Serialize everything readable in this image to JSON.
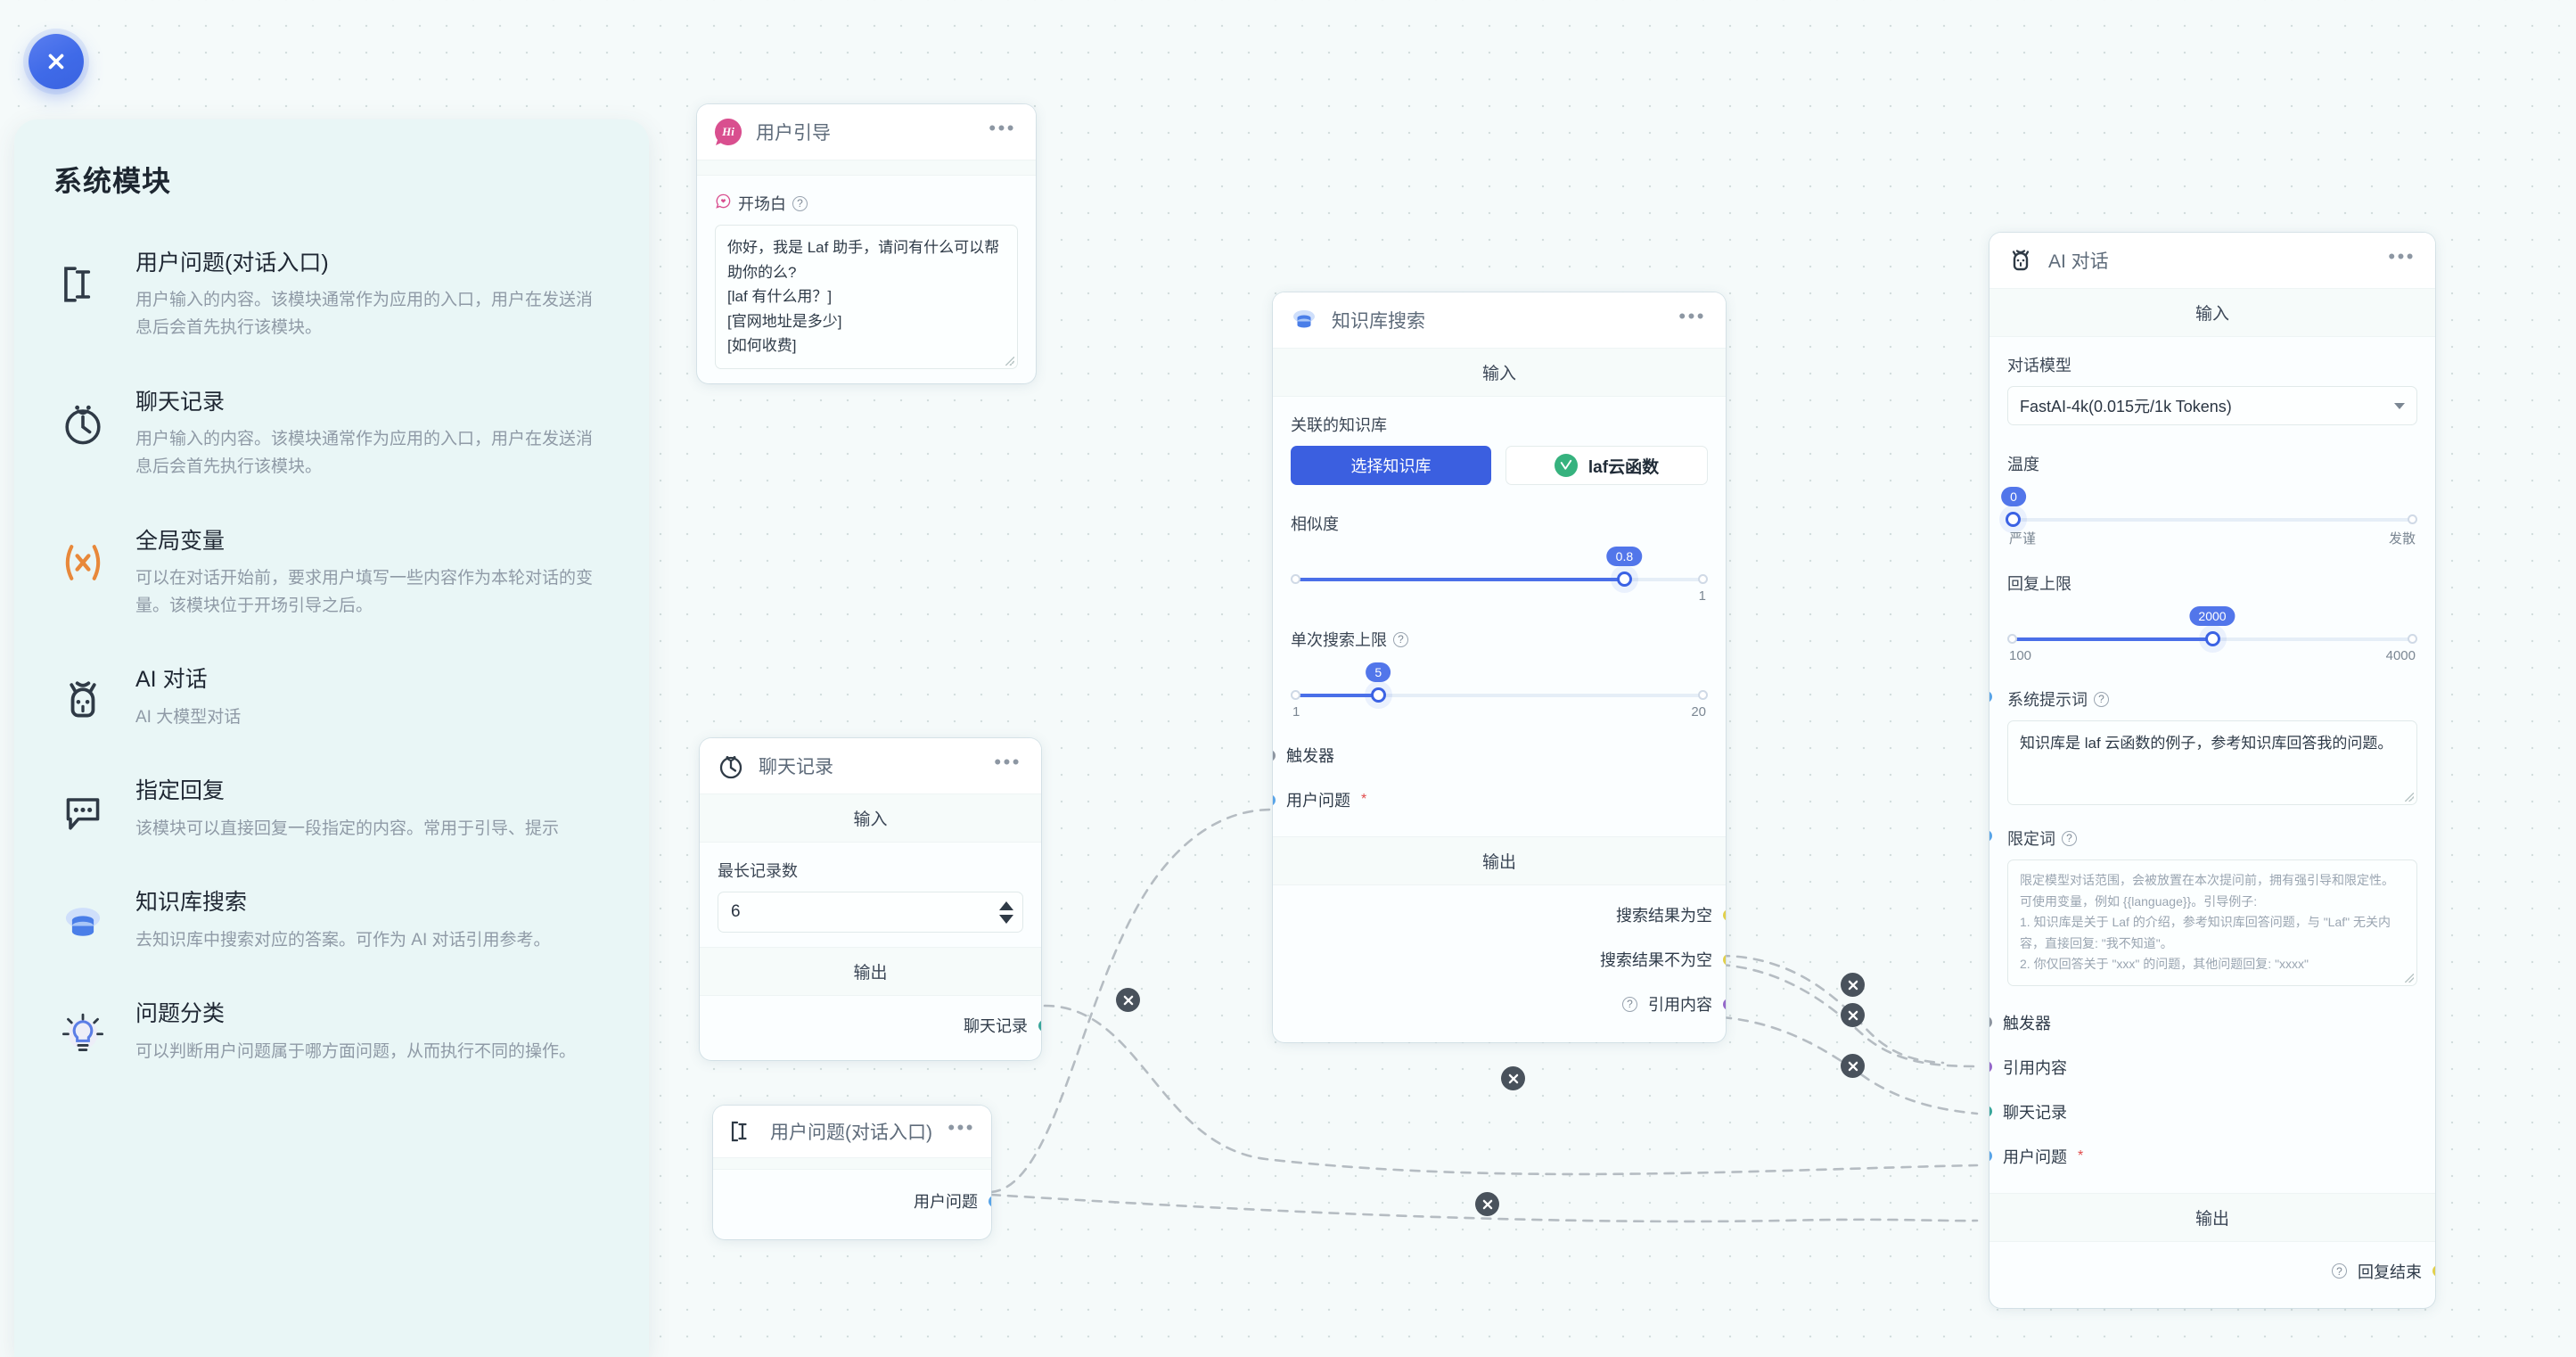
{
  "close_button": {
    "icon": "close-icon"
  },
  "sidebar": {
    "title": "系统模块",
    "items": [
      {
        "icon": "text-cursor-icon",
        "name": "用户问题(对话入口)",
        "desc": "用户输入的内容。该模块通常作为应用的入口，用户在发送消息后会首先执行该模块。"
      },
      {
        "icon": "clock-icon",
        "name": "聊天记录",
        "desc": "用户输入的内容。该模块通常作为应用的入口，用户在发送消息后会首先执行该模块。"
      },
      {
        "icon": "variable-x-icon",
        "name": "全局变量",
        "desc": "可以在对话开始前，要求用户填写一些内容作为本轮对话的变量。该模块位于开场引导之后。"
      },
      {
        "icon": "robot-icon",
        "name": "AI 对话",
        "desc": "AI 大模型对话"
      },
      {
        "icon": "chat-bubble-icon",
        "name": "指定回复",
        "desc": "该模块可以直接回复一段指定的内容。常用于引导、提示"
      },
      {
        "icon": "database-icon",
        "name": "知识库搜索",
        "desc": "去知识库中搜索对应的答案。可作为 AI 对话引用参考。"
      },
      {
        "icon": "lightbulb-icon",
        "name": "问题分类",
        "desc": "可以判断用户问题属于哪方面问题，从而执行不同的操作。"
      }
    ]
  },
  "nodes": {
    "guide": {
      "title": "用户引导",
      "icon": "hi-badge-icon",
      "menu": "•••",
      "field_label": "开场白",
      "field_value": "你好，我是 Laf 助手，请问有什么可以帮助你的么?\n[laf 有什么用？]\n[官网地址是多少]\n[如何收费]"
    },
    "history": {
      "title": "聊天记录",
      "icon": "clock-icon",
      "menu": "•••",
      "input_band": "输入",
      "output_band": "输出",
      "max_label": "最长记录数",
      "max_value": "6",
      "out_port": "聊天记录"
    },
    "question": {
      "title": "用户问题(对话入口)",
      "icon": "text-cursor-icon",
      "menu": "•••",
      "out_port": "用户问题"
    },
    "kb": {
      "title": "知识库搜索",
      "icon": "database-icon",
      "menu": "•••",
      "input_band": "输入",
      "output_band": "输出",
      "kb_label": "关联的知识库",
      "select_btn": "选择知识库",
      "kb_chip": "laf云函数",
      "sim_label": "相似度",
      "sim_value": "0.8",
      "sim_min": "",
      "sim_max": "1",
      "limit_label": "单次搜索上限",
      "limit_value": "5",
      "limit_min": "1",
      "limit_max": "20",
      "in_ports": [
        {
          "label": "触发器",
          "color": "#8d95a0",
          "required": false
        },
        {
          "label": "用户问题",
          "color": "#58a4e8",
          "required": true
        }
      ],
      "out_ports": [
        {
          "label": "搜索结果为空",
          "color": "#e2d04a",
          "help": false
        },
        {
          "label": "搜索结果不为空",
          "color": "#e2d04a",
          "help": false
        },
        {
          "label": "引用内容",
          "color": "#9467c9",
          "help": true
        }
      ]
    },
    "ai": {
      "title": "AI 对话",
      "icon": "robot-icon",
      "menu": "•••",
      "input_band": "输入",
      "output_band": "输出",
      "model_label": "对话模型",
      "model_value": "FastAI-4k(0.015元/1k Tokens)",
      "temp_label": "温度",
      "temp_value": "0",
      "temp_min_label": "严谨",
      "temp_max_label": "发散",
      "max_label": "回复上限",
      "max_value": "2000",
      "max_min": "100",
      "max_max": "4000",
      "sys_label": "系统提示词",
      "sys_value": "知识库是 laf 云函数的例子，参考知识库回答我的问题。",
      "qualifier_label": "限定词",
      "qualifier_placeholder": "限定模型对话范围，会被放置在本次提问前，拥有强引导和限定性。可使用变量，例如 {{language}}。引导例子:\n1. 知识库是关于 Laf 的介绍，参考知识库回答问题，与 \"Laf\" 无关内容，直接回复: \"我不知道\"。\n2. 你仅回答关于 \"xxx\" 的问题，其他问题回复: \"xxxx\"",
      "in_ports": [
        {
          "label": "触发器",
          "color": "#8d95a0",
          "required": false
        },
        {
          "label": "引用内容",
          "color": "#9467c9",
          "required": false
        },
        {
          "label": "聊天记录",
          "color": "#39a69b",
          "required": false
        },
        {
          "label": "用户问题",
          "color": "#58a4e8",
          "required": true
        }
      ],
      "out_ports": [
        {
          "label": "回复结束",
          "color": "#e2d04a",
          "help": true
        }
      ]
    }
  },
  "colors": {
    "accent": "#3b5fe0",
    "canvas_bg": "#f5fafa",
    "sidebar_bg": "#e9f6f6",
    "edge": "#b5bcc2"
  }
}
